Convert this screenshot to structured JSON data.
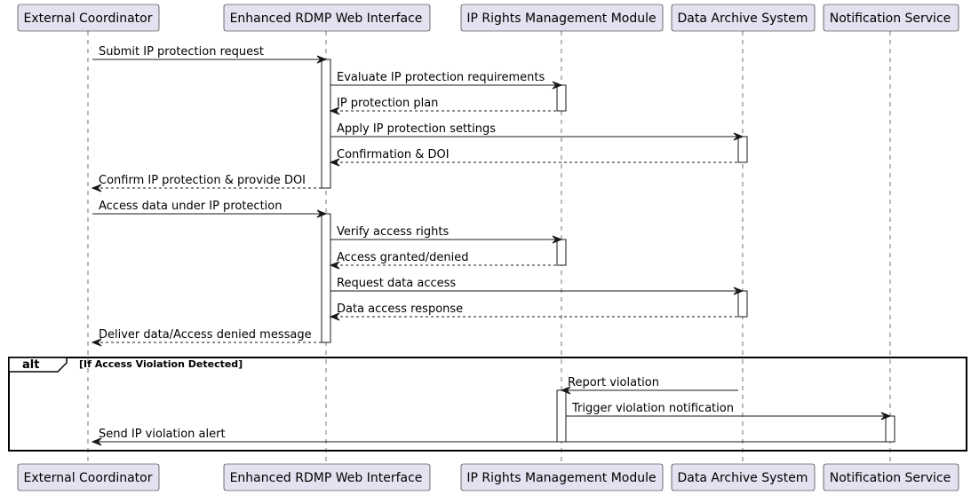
{
  "participants": [
    {
      "id": "ext",
      "name": "External Coordinator"
    },
    {
      "id": "rdmp",
      "name": "Enhanced RDMP Web Interface"
    },
    {
      "id": "ipr",
      "name": "IP Rights Management Module"
    },
    {
      "id": "das",
      "name": "Data Archive System"
    },
    {
      "id": "ns",
      "name": "Notification Service"
    }
  ],
  "messages": [
    {
      "from": "ext",
      "to": "rdmp",
      "label": "Submit IP protection request",
      "type": "sync"
    },
    {
      "from": "rdmp",
      "to": "ipr",
      "label": "Evaluate IP protection requirements",
      "type": "sync"
    },
    {
      "from": "ipr",
      "to": "rdmp",
      "label": "IP protection plan",
      "type": "reply"
    },
    {
      "from": "rdmp",
      "to": "das",
      "label": "Apply IP protection settings",
      "type": "sync"
    },
    {
      "from": "das",
      "to": "rdmp",
      "label": "Confirmation & DOI",
      "type": "reply"
    },
    {
      "from": "rdmp",
      "to": "ext",
      "label": "Confirm IP protection & provide DOI",
      "type": "reply"
    },
    {
      "from": "ext",
      "to": "rdmp",
      "label": "Access data under IP protection",
      "type": "sync"
    },
    {
      "from": "rdmp",
      "to": "ipr",
      "label": "Verify access rights",
      "type": "sync"
    },
    {
      "from": "ipr",
      "to": "rdmp",
      "label": "Access granted/denied",
      "type": "reply"
    },
    {
      "from": "rdmp",
      "to": "das",
      "label": "Request data access",
      "type": "sync"
    },
    {
      "from": "das",
      "to": "rdmp",
      "label": "Data access response",
      "type": "reply"
    },
    {
      "from": "rdmp",
      "to": "ext",
      "label": "Deliver data/Access denied message",
      "type": "reply"
    },
    {
      "from": "das",
      "to": "ipr",
      "label": "Report violation",
      "type": "sync"
    },
    {
      "from": "ipr",
      "to": "ns",
      "label": "Trigger violation notification",
      "type": "sync"
    },
    {
      "from": "ns",
      "to": "ext",
      "label": "Send IP violation alert",
      "type": "sync"
    }
  ],
  "fragments": [
    {
      "operator": "alt",
      "guard": "[If Access Violation Detected]"
    }
  ],
  "colors": {
    "participant_fill": "#E2E2F0",
    "line": "#181818",
    "background": "#FFFFFF"
  }
}
